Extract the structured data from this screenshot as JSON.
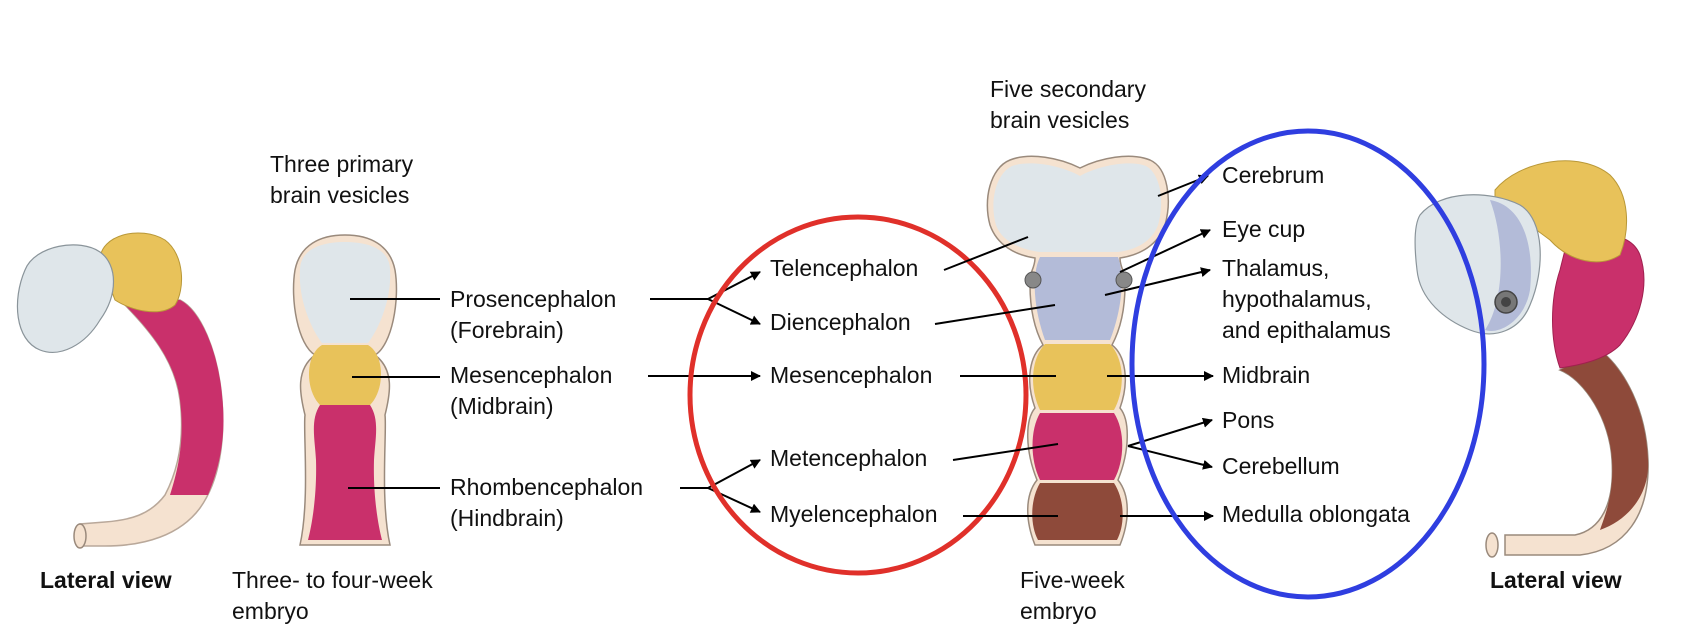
{
  "primary": {
    "heading": [
      "Three primary",
      "brain vesicles"
    ],
    "prosencephalon": [
      "Prosencephalon",
      "(Forebrain)"
    ],
    "mesencephalon": [
      "Mesencephalon",
      "(Midbrain)"
    ],
    "rhombencephalon": [
      "Rhombencephalon",
      "(Hindbrain)"
    ],
    "caption": [
      "Three- to four-week",
      "embryo"
    ],
    "lateral_view": "Lateral view"
  },
  "secondary": {
    "heading": [
      "Five secondary",
      "brain vesicles"
    ],
    "telencephalon": "Telencephalon",
    "diencephalon": "Diencephalon",
    "mesencephalon": "Mesencephalon",
    "metencephalon": "Metencephalon",
    "myelencephalon": "Myelencephalon",
    "caption": [
      "Five-week",
      "embryo"
    ],
    "lateral_view": "Lateral view"
  },
  "adult": {
    "cerebrum": "Cerebrum",
    "eye_cup": "Eye cup",
    "thalamus": [
      "Thalamus,",
      "hypothalamus,",
      "and epithalamus"
    ],
    "midbrain": "Midbrain",
    "pons": "Pons",
    "cerebellum": "Cerebellum",
    "medulla": "Medulla oblongata"
  },
  "colors": {
    "forebrain": "#dfe6ea",
    "diencephalon": "#b3bbd8",
    "midbrain": "#e8c25a",
    "hindbrain": "#c9306b",
    "myelencephalon": "#8e4a3a",
    "cord": "#f5e2d0",
    "highlight_red": "#e0302a",
    "highlight_blue": "#2f3ee0"
  }
}
